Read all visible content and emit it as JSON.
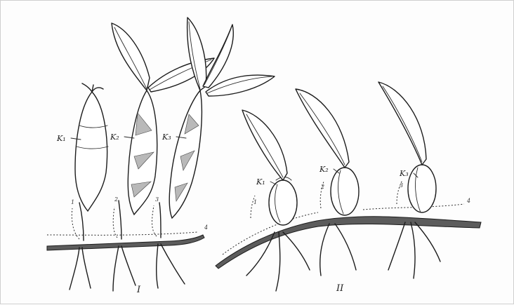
{
  "group_one": {
    "numeral": "I",
    "bulb_labels": [
      "K₁",
      "K₂",
      "K₃"
    ],
    "node_labels": [
      "1",
      "2",
      "3"
    ],
    "end_label": "4"
  },
  "group_two": {
    "numeral": "II",
    "bulb_labels": [
      "K₁",
      "K₂",
      "K₃"
    ],
    "node_labels": [
      "1",
      "2",
      "3"
    ],
    "end_label": "4"
  }
}
